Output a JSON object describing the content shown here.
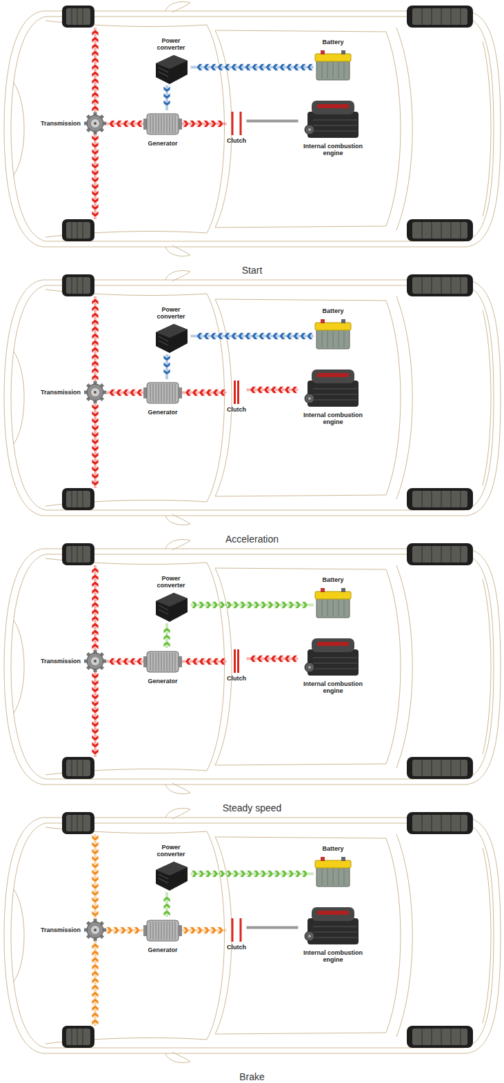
{
  "diagram": {
    "nodes": [
      {
        "text": [
          "Power converter"
        ]
      },
      {
        "text": [
          "Battery"
        ]
      },
      {
        "text": [
          "Transmission"
        ]
      },
      {
        "text": [
          "Generator"
        ]
      },
      {
        "text": [
          "Clutch"
        ]
      },
      {
        "text": [
          "Internal combustion engine"
        ]
      },
      {
        "text": [
          "Power converter"
        ]
      },
      {
        "text": [
          "Battery"
        ]
      },
      {
        "text": [
          "Transmission"
        ]
      },
      {
        "text": [
          "Generator"
        ]
      },
      {
        "text": [
          "Clutch"
        ]
      },
      {
        "text": [
          "Internal combustion engine"
        ]
      },
      {
        "text": [
          "Power converter"
        ]
      },
      {
        "text": [
          "Battery"
        ]
      },
      {
        "text": [
          "Transmission"
        ]
      },
      {
        "text": [
          "Generator"
        ]
      },
      {
        "text": [
          "Clutch"
        ]
      },
      {
        "text": [
          "Internal combustion engine"
        ]
      },
      {
        "text": [
          "Power converter"
        ]
      },
      {
        "text": [
          "Battery"
        ]
      },
      {
        "text": [
          "Transmission"
        ]
      },
      {
        "text": [
          "Generator"
        ]
      },
      {
        "text": [
          "Clutch"
        ]
      },
      {
        "text": [
          "Internal combustion engine"
        ]
      }
    ],
    "edges": [
      {
        "from": 1,
        "to": 0,
        "arrow": "to"
      },
      {
        "from": 0,
        "to": 3,
        "arrow": "to"
      },
      {
        "from": 3,
        "to": 2,
        "arrow": "to"
      },
      {
        "from": 3,
        "to": 4,
        "arrow": "to"
      },
      {
        "from": 4,
        "to": 5,
        "arrow": "none"
      },
      {
        "from": 7,
        "to": 6,
        "arrow": "to"
      },
      {
        "from": 6,
        "to": 9,
        "arrow": "to"
      },
      {
        "from": 11,
        "to": 10,
        "arrow": "to"
      },
      {
        "from": 10,
        "to": 9,
        "arrow": "to"
      },
      {
        "from": 9,
        "to": 8,
        "arrow": "to"
      },
      {
        "from": 17,
        "to": 16,
        "arrow": "to"
      },
      {
        "from": 16,
        "to": 15,
        "arrow": "to"
      },
      {
        "from": 15,
        "to": 14,
        "arrow": "to"
      },
      {
        "from": 15,
        "to": 12,
        "arrow": "to"
      },
      {
        "from": 12,
        "to": 13,
        "arrow": "to"
      },
      {
        "from": 20,
        "to": 21,
        "arrow": "to"
      },
      {
        "from": 21,
        "to": 22,
        "arrow": "to"
      },
      {
        "from": 21,
        "to": 18,
        "arrow": "to"
      },
      {
        "from": 18,
        "to": 19,
        "arrow": "to"
      },
      {
        "from": 22,
        "to": 23,
        "arrow": "none"
      }
    ],
    "labels": [
      "Start",
      "Acceleration",
      "Steady speed",
      "Brake"
    ]
  }
}
